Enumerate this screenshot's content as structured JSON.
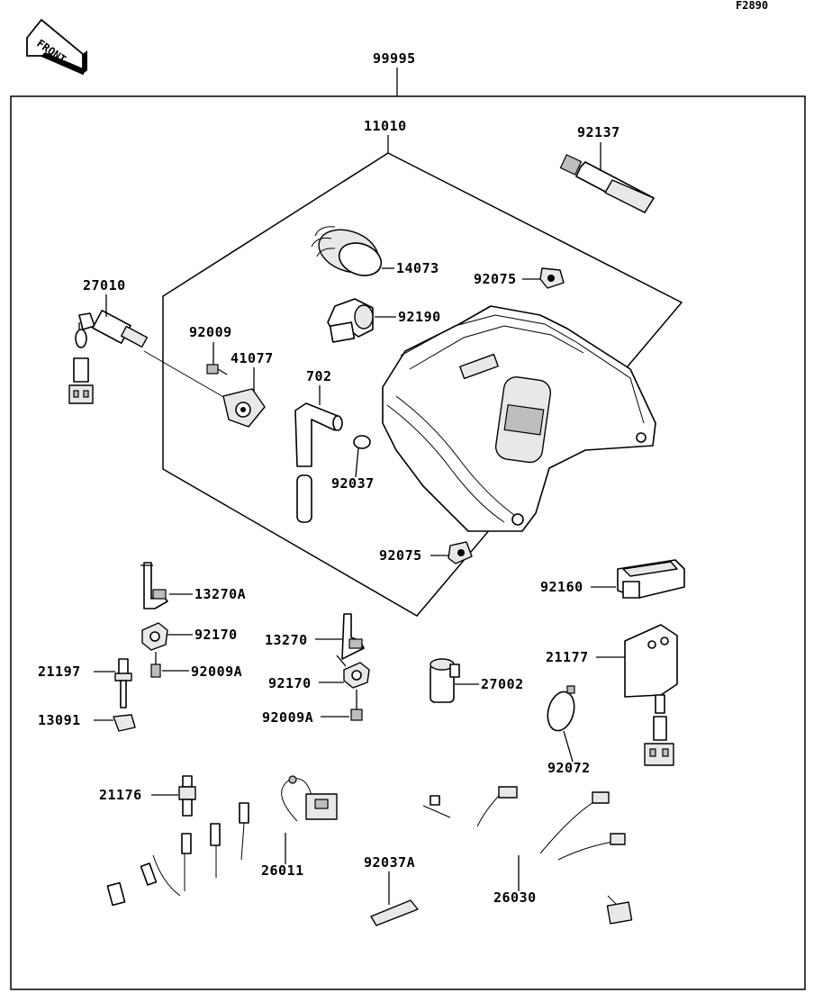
{
  "diagram_code": "F2890",
  "front_badge": "FRONT",
  "kit_label": "99995",
  "callouts": {
    "p11010": "11010",
    "p92137": "92137",
    "p14073": "14073",
    "p92075a": "92075",
    "p27010": "27010",
    "p92009": "92009",
    "p41077": "41077",
    "p92190": "92190",
    "p702": "702",
    "p92037": "92037",
    "p92075b": "92075",
    "p13270A": "13270A",
    "p92170a": "92170",
    "p21197": "21197",
    "p92009A_a": "92009A",
    "p13091": "13091",
    "p13270": "13270",
    "p92170b": "92170",
    "p92009A_b": "92009A",
    "p27002": "27002",
    "p92160": "92160",
    "p21177": "21177",
    "p92072": "92072",
    "p21176": "21176",
    "p26011": "26011",
    "p92037A": "92037A",
    "p26030": "26030"
  }
}
